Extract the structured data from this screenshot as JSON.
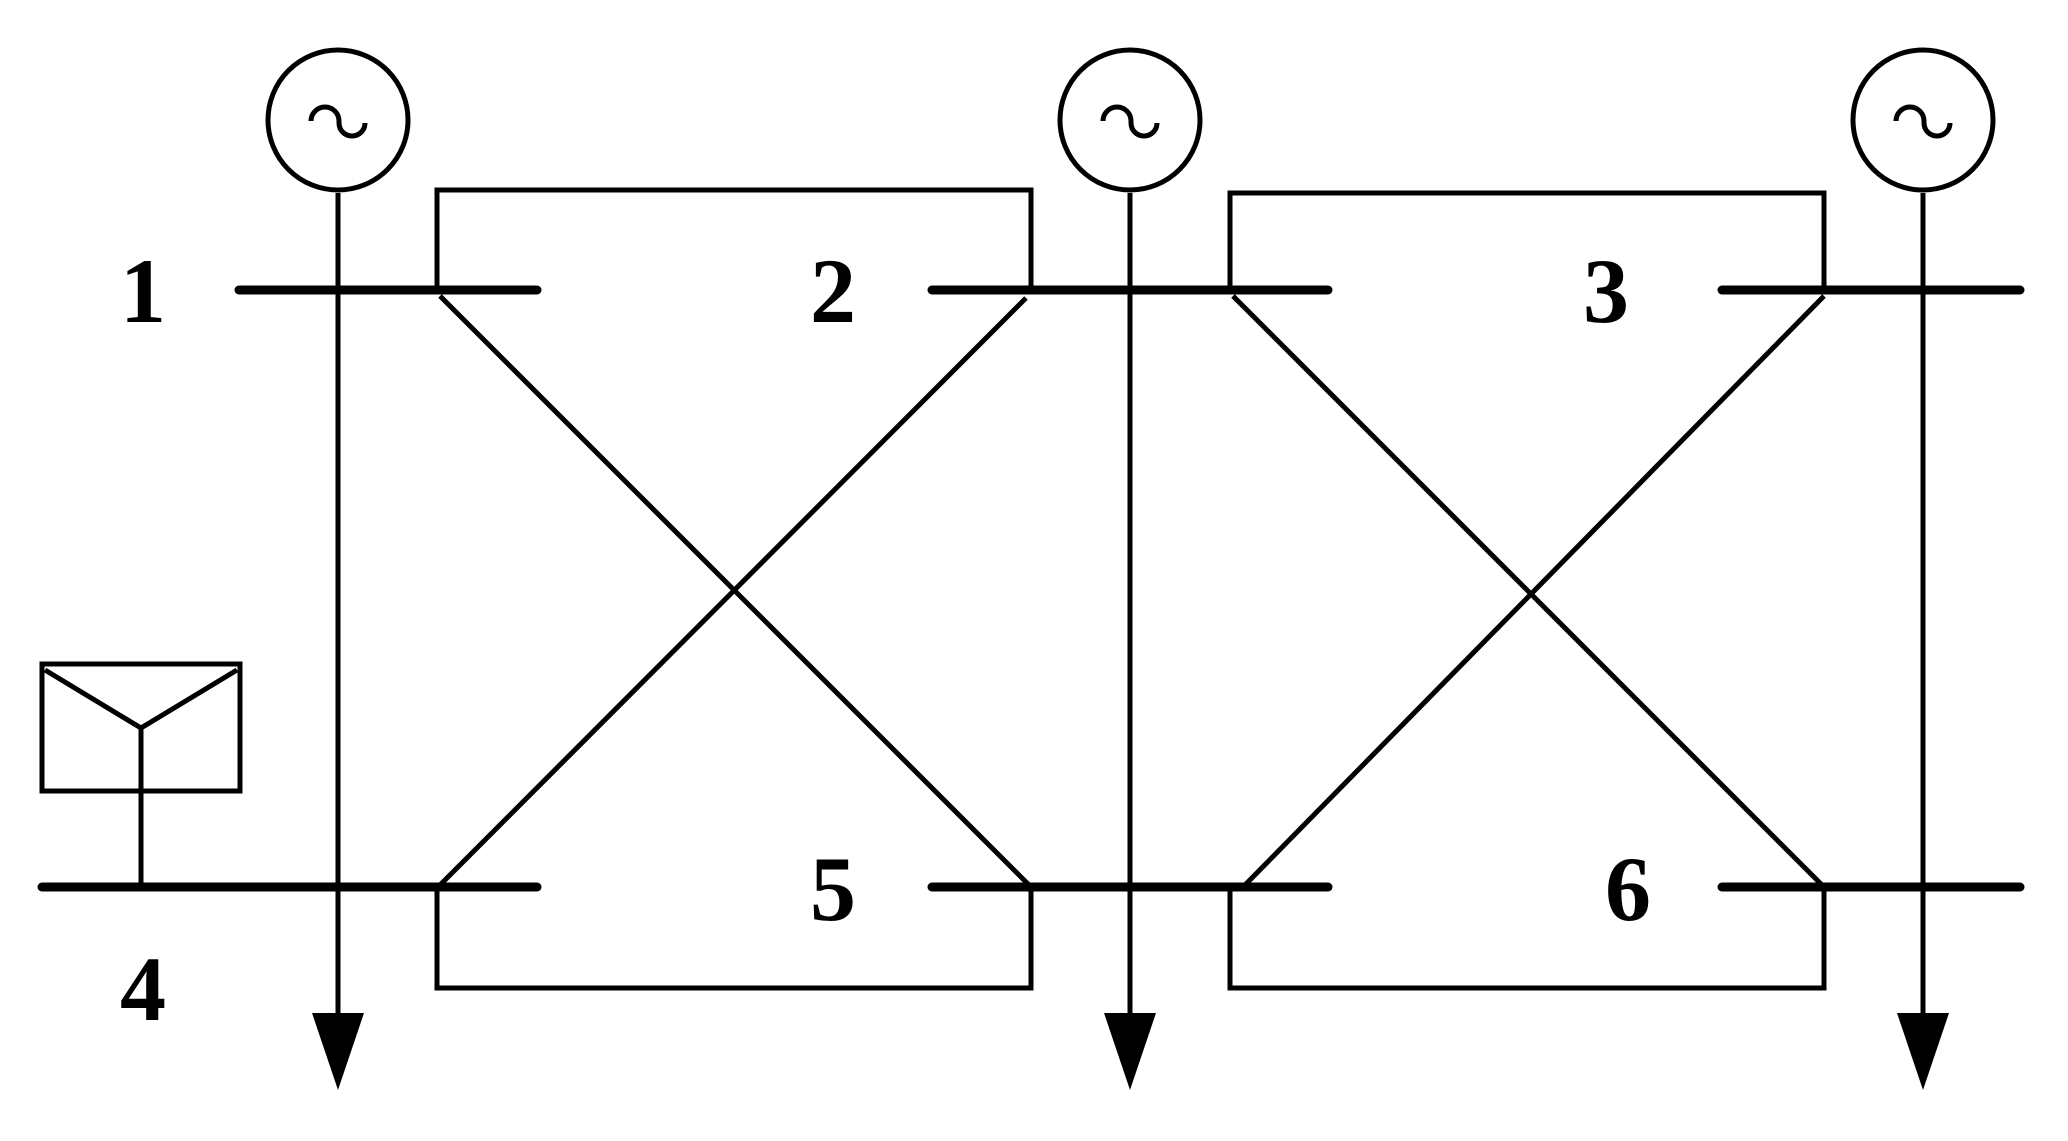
{
  "diagram": {
    "type": "power-system one-line diagram",
    "colors": {
      "line": "#000000",
      "background": "#ffffff"
    },
    "buses": [
      {
        "id": "1",
        "label": "1"
      },
      {
        "id": "2",
        "label": "2"
      },
      {
        "id": "3",
        "label": "3"
      },
      {
        "id": "4",
        "label": "4"
      },
      {
        "id": "5",
        "label": "5"
      },
      {
        "id": "6",
        "label": "6"
      }
    ],
    "generators": [
      {
        "bus": "1",
        "icon": "ac-generator-icon"
      },
      {
        "bus": "2",
        "icon": "ac-generator-icon"
      },
      {
        "bus": "3",
        "icon": "ac-generator-icon"
      }
    ],
    "loads": [
      {
        "bus": "4",
        "icon": "load-arrow-icon"
      },
      {
        "bus": "5",
        "icon": "load-arrow-icon"
      },
      {
        "bus": "6",
        "icon": "load-arrow-icon"
      }
    ],
    "other_equipment": [
      {
        "bus": "4",
        "icon": "wye-transformer-icon"
      }
    ],
    "branches": [
      {
        "from": "1",
        "to": "2"
      },
      {
        "from": "1",
        "to": "4"
      },
      {
        "from": "1",
        "to": "5"
      },
      {
        "from": "2",
        "to": "3"
      },
      {
        "from": "2",
        "to": "4"
      },
      {
        "from": "2",
        "to": "5"
      },
      {
        "from": "2",
        "to": "6"
      },
      {
        "from": "3",
        "to": "5"
      },
      {
        "from": "3",
        "to": "6"
      },
      {
        "from": "4",
        "to": "5"
      },
      {
        "from": "5",
        "to": "6"
      }
    ]
  }
}
